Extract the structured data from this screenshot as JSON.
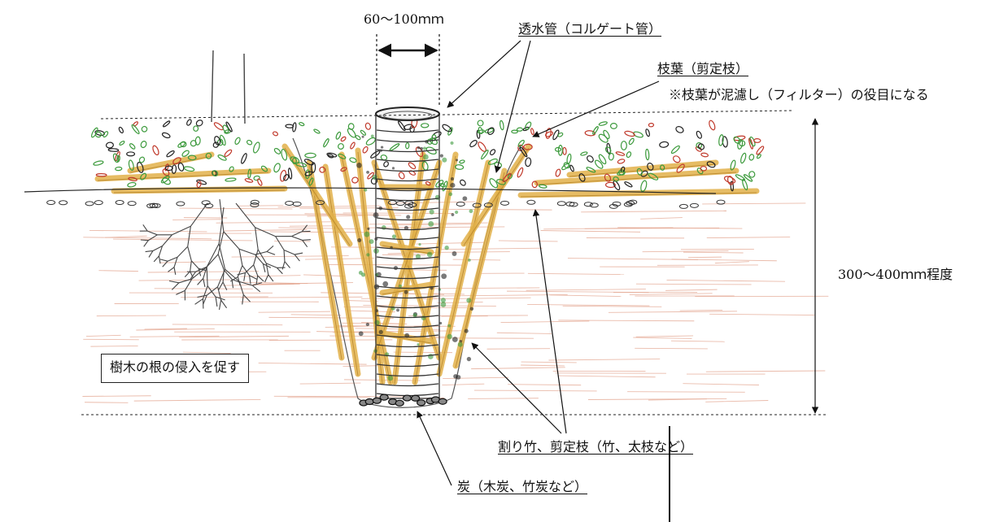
{
  "dimension_top": "60～100ｍｍ",
  "dimension_side": "300～400ｍｍ程度",
  "labels": {
    "pipe": "透水管（コルゲート管）",
    "leaves": "枝葉（剪定枝）",
    "leaves_note": "※枝葉が泥濾し（フィルター）の役目になる",
    "root_note": "樹木の根の侵入を促す",
    "bamboo": "割り竹、剪定枝（竹、太枝など）",
    "charcoal": "炭（木炭、竹炭など）"
  },
  "colors": {
    "soil": "#e3a58f",
    "bamboo": "#e2b14a",
    "bamboo_dark": "#b07d22",
    "leaf_green": "#3c9a3c",
    "leaf_red": "#c0392b",
    "ink": "#222222"
  }
}
